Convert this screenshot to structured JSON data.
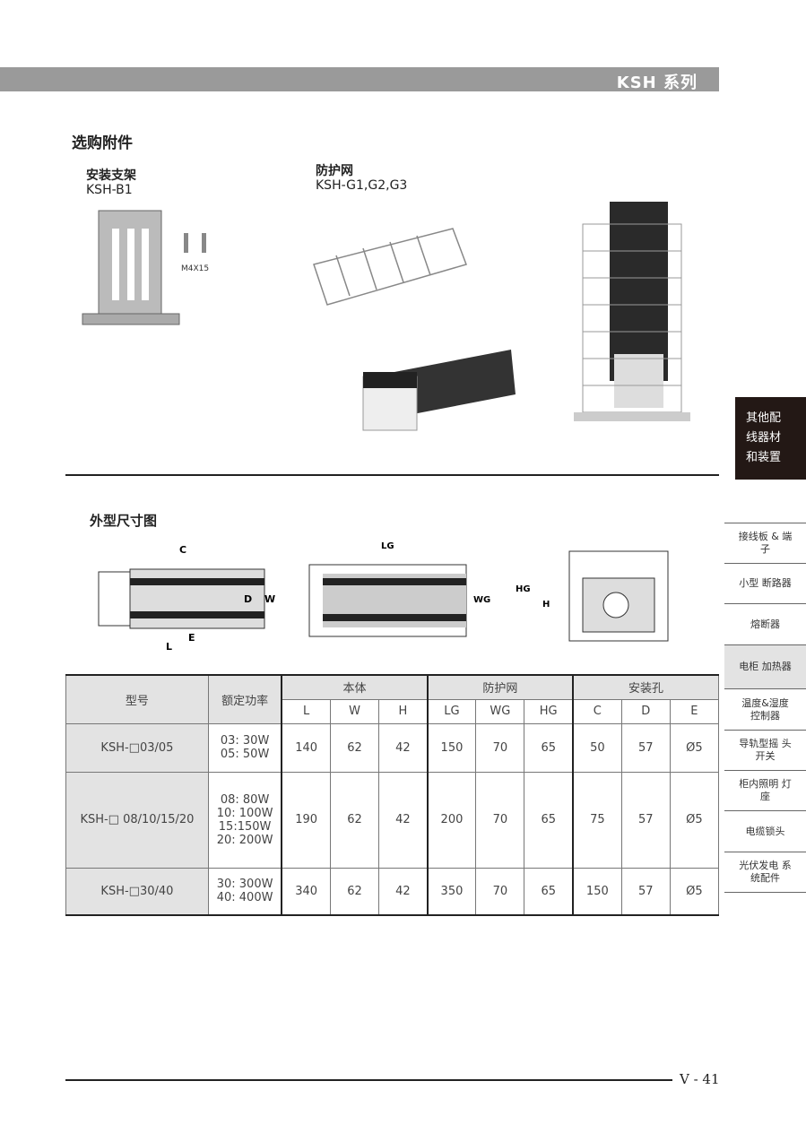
{
  "header": {
    "series": "KSH 系列"
  },
  "accessories": {
    "title": "选购附件",
    "bracket": {
      "name": "安装支架",
      "model": "KSH-B1",
      "screw": "M4X15"
    },
    "guard": {
      "name": "防护网",
      "model": "KSH-G1,G2,G3"
    }
  },
  "dimensions": {
    "title": "外型尺寸图",
    "labels": {
      "c": "C",
      "d": "D",
      "w": "W",
      "l": "L",
      "e": "E",
      "lg": "LG",
      "wg": "WG",
      "hg": "HG",
      "h": "H"
    }
  },
  "table": {
    "headers": {
      "model": "型号",
      "power": "额定功率",
      "body": "本体",
      "guard": "防护网",
      "holes": "安装孔"
    },
    "subheaders": [
      "L",
      "W",
      "H",
      "LG",
      "WG",
      "HG",
      "C",
      "D",
      "E"
    ],
    "rows": [
      {
        "model": "KSH-□03/05",
        "power": [
          "03: 30W",
          "05: 50W"
        ],
        "values": [
          "140",
          "62",
          "42",
          "150",
          "70",
          "65",
          "50",
          "57",
          "Ø5"
        ]
      },
      {
        "model": "KSH-□ 08/10/15/20",
        "power": [
          "08: 80W",
          "10: 100W",
          "15:150W",
          "20: 200W"
        ],
        "values": [
          "190",
          "62",
          "42",
          "200",
          "70",
          "65",
          "75",
          "57",
          "Ø5"
        ]
      },
      {
        "model": "KSH-□30/40",
        "power": [
          "30: 300W",
          "40: 400W"
        ],
        "values": [
          "340",
          "62",
          "42",
          "350",
          "70",
          "65",
          "150",
          "57",
          "Ø5"
        ]
      }
    ]
  },
  "sidebar": {
    "section": [
      "其他配",
      "线器材",
      "和装置"
    ],
    "items": [
      "接线板 & 端子",
      "小型 断路器",
      "熔断器",
      "电柜 加热器",
      "温度&湿度 控制器",
      "导轨型摇 头开关",
      "柜内照明 灯座",
      "电缆锁头",
      "光伏发电 系统配件"
    ],
    "active": 3
  },
  "footer": {
    "page": "V - 41"
  }
}
